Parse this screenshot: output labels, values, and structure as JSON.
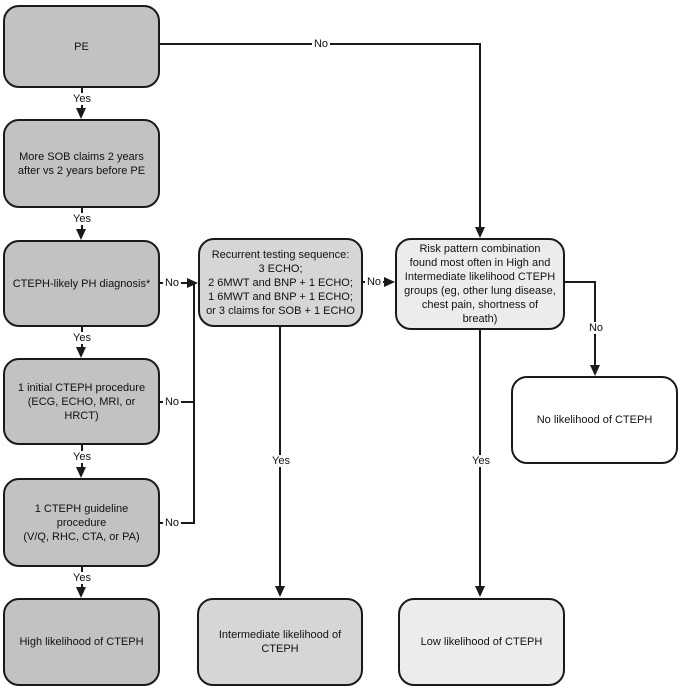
{
  "colors": {
    "dark_gray_fill": "#c2c2c2",
    "medium_gray_fill": "#d6d6d6",
    "light_gray_fill": "#ececec",
    "white_fill": "#ffffff",
    "line_color": "#1a1a1a"
  },
  "nodes": {
    "pe": "PE",
    "sob": "More SOB claims 2 years\nafter vs 2 years before PE",
    "diagnosis": "CTEPH-likely PH diagnosis*",
    "initial_procedure": "1 initial CTEPH procedure\n(ECG, ECHO, MRI, or HRCT)",
    "guideline_procedure": "1 CTEPH guideline\nprocedure\n(V/Q, RHC, CTA, or PA)",
    "high_likelihood": "High likelihood of CTEPH",
    "recurrent_testing": "Recurrent testing sequence:\n3 ECHO;\n2 6MWT and BNP + 1 ECHO;\n1 6MWT and BNP + 1 ECHO;\nor 3 claims for SOB + 1 ECHO",
    "intermediate_likelihood": "Intermediate likelihood of\nCTEPH",
    "risk_pattern": "Risk pattern combination\nfound most often in High and\nIntermediate likelihood CTEPH\ngroups (eg, other lung disease,\nchest pain, shortness of\nbreath)",
    "low_likelihood": "Low likelihood of CTEPH",
    "no_likelihood": "No likelihood of CTEPH"
  },
  "edges": {
    "pe_yes": "Yes",
    "pe_no": "No",
    "sob_yes": "Yes",
    "diagnosis_yes": "Yes",
    "diagnosis_no": "No",
    "initial_yes": "Yes",
    "initial_no": "No",
    "guideline_yes": "Yes",
    "guideline_no": "No",
    "recurrent_yes": "Yes",
    "recurrent_no": "No",
    "risk_yes": "Yes",
    "risk_no": "No"
  }
}
